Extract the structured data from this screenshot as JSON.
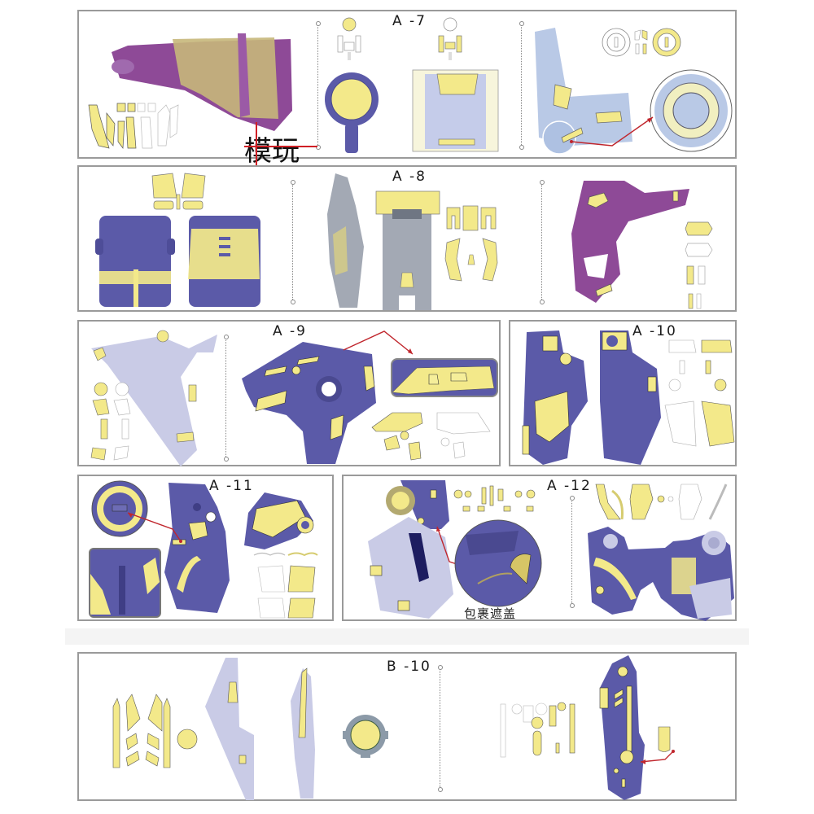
{
  "colors": {
    "mask_yellow": "#f3e98a",
    "part_blue": "#5b5aa8",
    "part_lightblue": "#b9c9e6",
    "part_lavender": "#c9cbe6",
    "part_purple": "#8e4a97",
    "part_grey": "#a3a9b4",
    "arrow_red": "#c0262d",
    "frame_grey": "#9a9a9a"
  },
  "panels": [
    {
      "id": "A-7",
      "label": "A -7"
    },
    {
      "id": "A-8",
      "label": "A -8"
    },
    {
      "id": "A-9",
      "label": "A -9"
    },
    {
      "id": "A-10",
      "label": "A -10"
    },
    {
      "id": "A-11",
      "label": "A -11"
    },
    {
      "id": "A-12",
      "label": "A -12"
    },
    {
      "id": "B-10",
      "label": "B -10"
    }
  ],
  "annotations": {
    "a12_caption": "包裹遮盖"
  },
  "watermark": {
    "text": "模玩"
  }
}
